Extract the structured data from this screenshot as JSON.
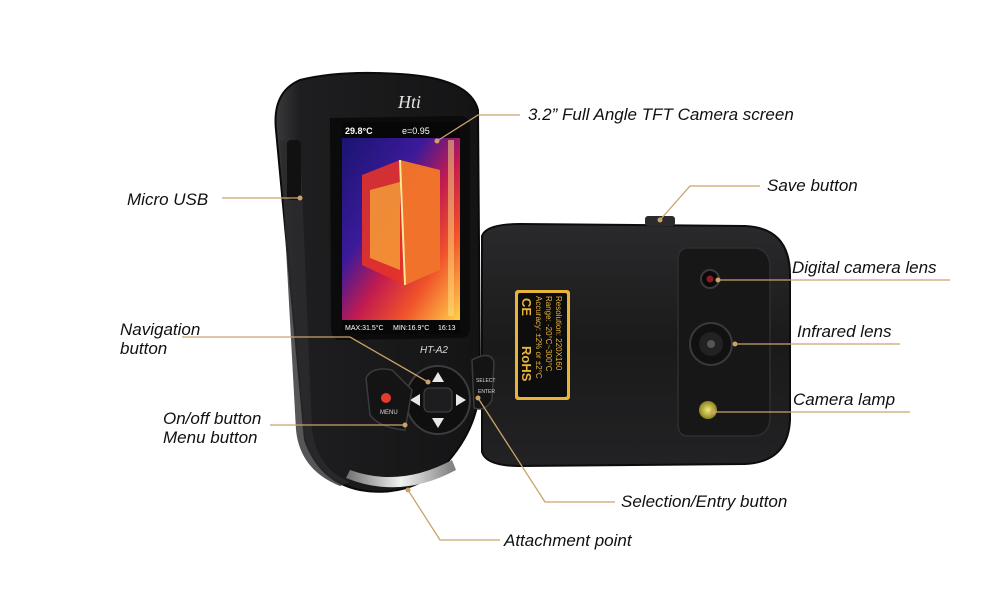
{
  "device": {
    "brand": "Hti",
    "model": "HT-A2",
    "buttons": {
      "menu": "MENU",
      "select": "SELECT",
      "enter": "ENTER"
    }
  },
  "screen": {
    "temperature": "29.8°C",
    "emissivity": "e=0.95",
    "max": "MAX:31.5°C",
    "min": "MIN:16.9°C",
    "time": "16:13"
  },
  "spec_label": {
    "resolution": "Resolution: 220X160",
    "range": "Range: -20°C~300°C",
    "accuracy": "Accuracy: ±2% or ±2°C",
    "ce": "CE",
    "rohs": "RoHS"
  },
  "callouts": {
    "screen": "3.2” Full Angle TFT Camera screen",
    "micro_usb": "Micro USB",
    "save_button": "Save button",
    "digital_lens": "Digital camera lens",
    "infrared_lens": "Infrared lens",
    "navigation_line1": "Navigation",
    "navigation_line2": "button",
    "camera_lamp": "Camera lamp",
    "onoff_line1": "On/off button",
    "onoff_line2": "Menu button",
    "selection": "Selection/Entry button",
    "attachment": "Attachment point"
  },
  "colors": {
    "leader_line": "#c9a36a",
    "body": "#1c1c1e",
    "accent": "#e43b2d"
  }
}
